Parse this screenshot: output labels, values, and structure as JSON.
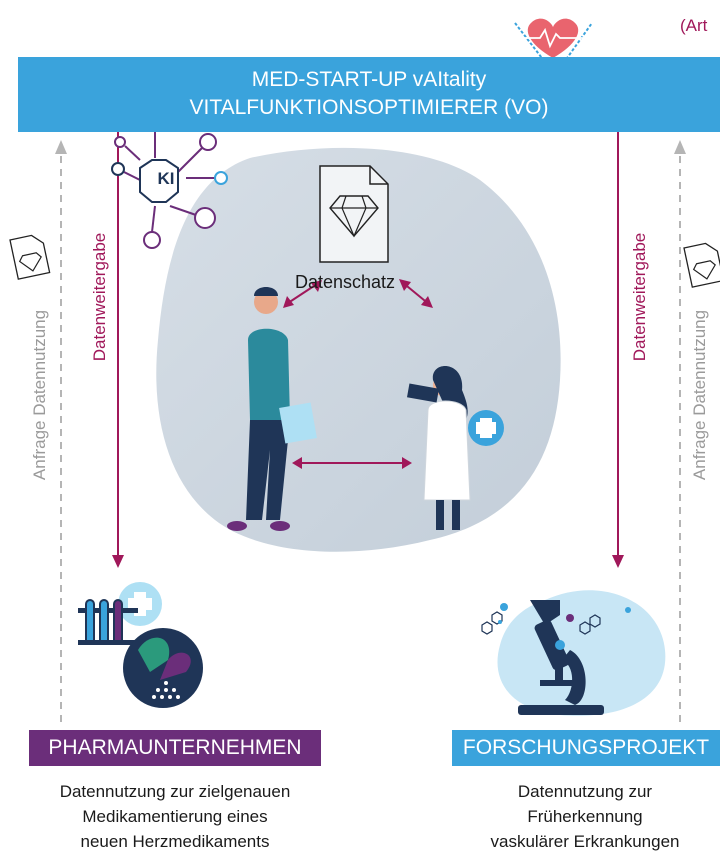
{
  "corner_ref": "(Art",
  "banner": {
    "line1": "MED-START-UP vAItality",
    "line2": "VITALFUNKTIONSOPTIMIERER (VO)"
  },
  "ki_label": "KI",
  "datenschatz": "Datenschatz",
  "left_flow": {
    "red_label": "Datenweitergabe",
    "grey_label": "Anfrage Datennutzung"
  },
  "right_flow": {
    "red_label": "Datenweitergabe",
    "grey_label": "Anfrage Datennutzung"
  },
  "pharma": {
    "title": "PHARMAUNTERNEHMEN",
    "desc": [
      "Datennutzung zur zielgenauen",
      "Medikamentierung eines",
      "neuen Herzmedikaments"
    ]
  },
  "forschung": {
    "title": "FORSCHUNGSPROJEKT",
    "desc": [
      "Datennutzung zur",
      "Früherkennung",
      "vaskulärer Erkrankungen"
    ]
  },
  "colors": {
    "banner": "#3aa3dc",
    "red": "#a0185a",
    "purple": "#6b2e7a",
    "navy": "#1f3557",
    "light_blue": "#aee0f4",
    "blob": "#c9d3dd"
  }
}
